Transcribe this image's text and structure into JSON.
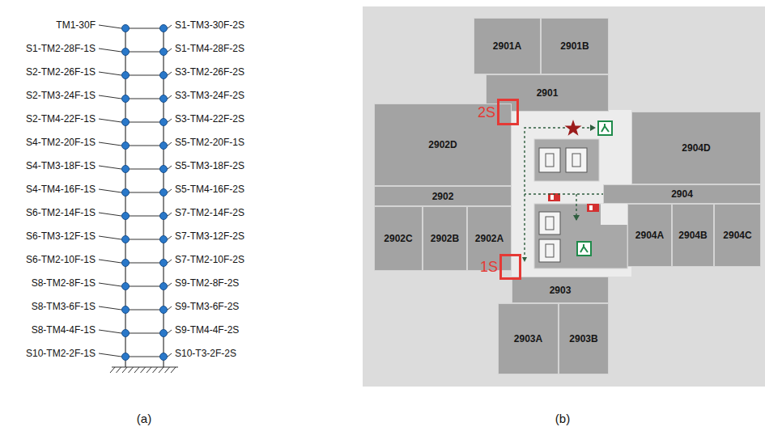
{
  "diagram": {
    "nodes": [
      {
        "text": [
          "2901A"
        ]
      },
      {
        "text": [
          "2901B"
        ]
      },
      {
        "text": [
          "2901"
        ]
      },
      {
        "text": [
          "2902D"
        ]
      },
      {
        "text": [
          "2904D"
        ]
      },
      {
        "text": [
          "2902"
        ]
      },
      {
        "text": [
          "2904"
        ]
      },
      {
        "text": [
          "2902C"
        ]
      },
      {
        "text": [
          "2902B"
        ]
      },
      {
        "text": [
          "2902A"
        ]
      },
      {
        "text": [
          "2904A"
        ]
      },
      {
        "text": [
          "2904B"
        ]
      },
      {
        "text": [
          "2904C"
        ]
      },
      {
        "text": [
          "2903"
        ]
      },
      {
        "text": [
          "2903A"
        ]
      },
      {
        "text": [
          "2903B"
        ]
      },
      {
        "text": [
          "2S"
        ]
      },
      {
        "text": [
          "1S"
        ]
      }
    ],
    "labels": [
      "TM1-30F",
      "S1-TM2-28F-1S",
      "S2-TM2-26F-1S",
      "S2-TM3-24F-1S",
      "S2-TM4-22F-1S",
      "S4-TM2-20F-1S",
      "S4-TM3-18F-1S",
      "S4-TM4-16F-1S",
      "S6-TM2-14F-1S",
      "S6-TM3-12F-1S",
      "S6-TM2-10F-1S",
      "S8-TM2-8F-1S",
      "S8-TM3-6F-1S",
      "S8-TM4-4F-1S",
      "S10-TM2-2F-1S",
      "S1-TM3-30F-2S",
      "S1-TM4-28F-2S",
      "S3-TM2-26F-2S",
      "S3-TM3-24F-2S",
      "S3-TM4-22F-2S",
      "S5-TM2-20F-1S",
      "S5-TM3-18F-2S",
      "S5-TM4-16F-2S",
      "S7-TM2-14F-2S",
      "S7-TM3-12F-2S",
      "S7-TM2-10F-2S",
      "S9-TM2-8F-2S",
      "S9-TM3-6F-2S",
      "S9-TM4-4F-2S",
      "S10-T3-2F-2S",
      "(a)",
      "(b)"
    ]
  }
}
